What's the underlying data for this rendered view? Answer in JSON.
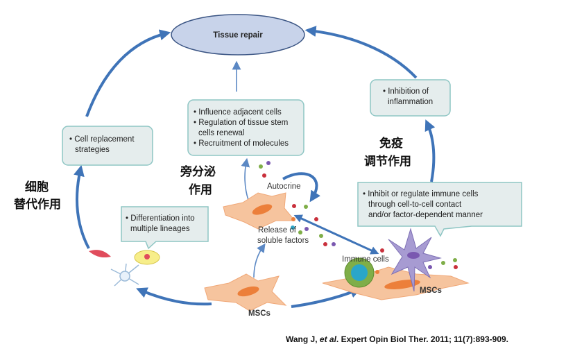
{
  "center": {
    "title": "Tissue repair"
  },
  "boxes": {
    "cell_replacement": [
      "• Cell replacement",
      "strategies"
    ],
    "paracrine": [
      "• Influence adjacent cells",
      "• Regulation of tissue stem",
      "cells renewal",
      "• Recruitment of molecules"
    ],
    "inflammation": [
      "• Inhibition of",
      "inflammation"
    ],
    "differentiation": [
      "• Differentiation into",
      "multiple lineages"
    ],
    "immune": [
      "• Inhibit or regulate immune cells",
      "through cell-to-cell contact",
      "and/or factor-dependent manner"
    ]
  },
  "zh_labels": {
    "cell_replacement": [
      "细胞",
      "替代作用"
    ],
    "paracrine": [
      "旁分泌",
      "作用"
    ],
    "immune": [
      "免疫",
      "调节作用"
    ]
  },
  "labels": {
    "autocrine": "Autocrine",
    "release": [
      "Release of",
      "soluble factors"
    ],
    "immune_cells": "Immune cells",
    "mscs_bottom": "MSCs",
    "mscs_right": "MSCs"
  },
  "citation": {
    "author": "Wang J, ",
    "etal": "et al",
    "rest": ". Expert Opin Biol Ther. 2011; 11(7):893-909."
  },
  "colors": {
    "arrow": "#3f74b8",
    "box_fill": "#e5eded",
    "box_border": "#8ec6c4",
    "ellipse": "#c8d3ea",
    "cell": "#f6c49e"
  }
}
